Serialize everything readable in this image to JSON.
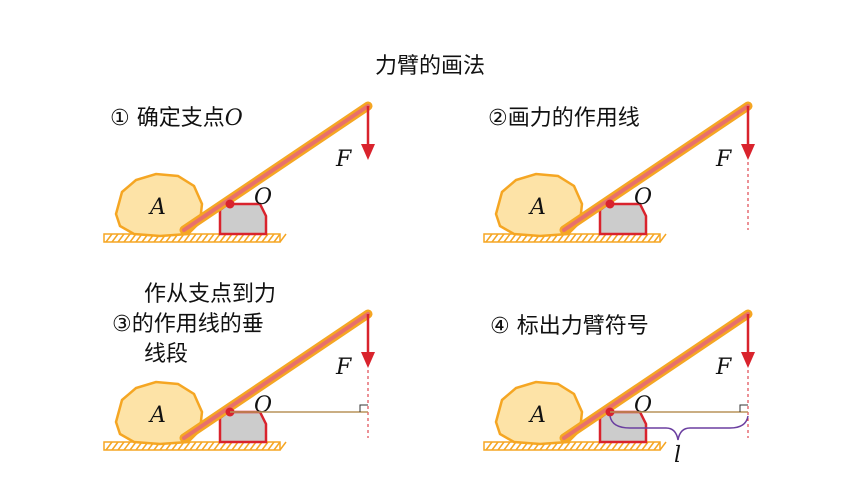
{
  "title": "力臂的画法",
  "steps": [
    {
      "num": "①",
      "text": "确定支点",
      "suffix": "O"
    },
    {
      "num": "②",
      "text": "画力的作用线",
      "suffix": ""
    },
    {
      "num": "③",
      "line1": "作从支点到力",
      "line2": "的作用线的垂",
      "line3": "线段"
    },
    {
      "num": "④",
      "text": "标出力臂符号",
      "suffix": ""
    }
  ],
  "labels": {
    "object": "A",
    "fulcrum": "O",
    "force": "F",
    "arm": "l"
  },
  "colors": {
    "lever_outer": "#f5a623",
    "lever_inner": "#e8706a",
    "object_fill": "#fde3a7",
    "object_stroke": "#f5a623",
    "fulcrum_fill": "#cccccc",
    "fulcrum_stroke": "#d9232d",
    "force": "#d9232d",
    "arm_line": "#b8945a",
    "brace": "#6b3fa0"
  }
}
